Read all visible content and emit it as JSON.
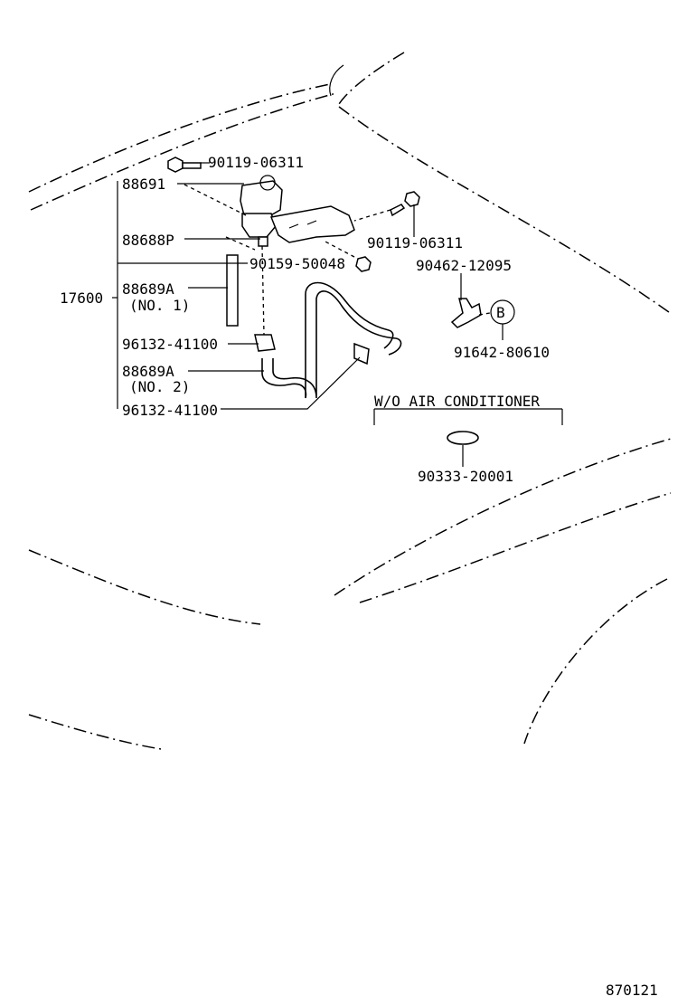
{
  "parts": {
    "bolt_upper": "90119-06311",
    "bolt_right": "90119-06311",
    "p88691": "88691",
    "p88688p": "88688P",
    "p90159": "90159-50048",
    "p90462": "90462-12095",
    "p17600": "17600",
    "p88689a_1": "88689A",
    "no1": "(NO. 1)",
    "clip_1": "96132-41100",
    "p88689a_2": "88689A",
    "no2": "(NO. 2)",
    "clip_2": "96132-41100",
    "p91642": "91642-80610",
    "marker_b": "B",
    "p90333": "90333-20001"
  },
  "variant_heading": "W/O AIR CONDITIONER",
  "illustration_code": "870121"
}
